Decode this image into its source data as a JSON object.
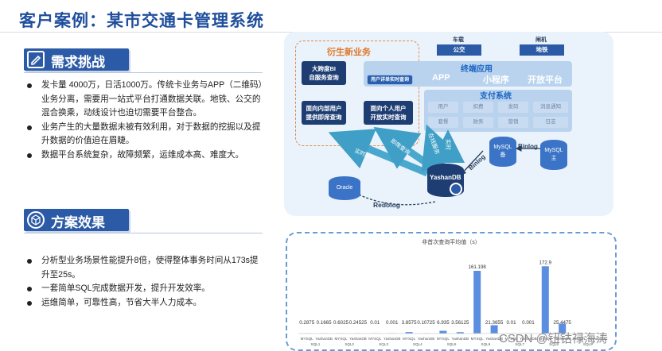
{
  "page": {
    "title": "客户案例：某市交通卡管理系统",
    "watermark": "CSDN @钮钴禄海涛"
  },
  "section1": {
    "heading": "需求挑战",
    "icon": "edit-doc-icon",
    "bullets": [
      "发卡量 4000万，日活1000万。传统卡业务与APP（二维码）业务分离，需要用一站式平台打通数据关联。地铁、公交的混合换乘，动线设计也迫切需要平台整合。",
      "业务产生的大量数据未被有效利用，对于数据的挖掘以及提升数据的价值迫在眉睫。",
      "数据平台系统复杂，故障频繁，运维成本高、难度大。"
    ]
  },
  "section2": {
    "heading": "方案效果",
    "icon": "cube-icon",
    "bullets": [
      "分析型业务场景性能提升8倍，使得整体事务时间从173s提升至25s。",
      "一套简单SQL完成数据开发，提升开发效率。",
      "运维简单，可靠性高，节省大半人力成本。"
    ]
  },
  "diagram": {
    "derived_title": "衍生新业务",
    "derived_items": [
      "大跨度BI\n自服务查询",
      "面向内部用户\n提供即席查询",
      "面向个人用户\n开放实时查询"
    ],
    "top_nodes": [
      {
        "top": "车载",
        "bottom": "公交"
      },
      {
        "top": "闸机",
        "bottom": "地铁"
      }
    ],
    "terminal_title": "终端应用",
    "terminal_chip": "用户详单实时查询",
    "terminal_apps": [
      "APP",
      "小程序",
      "开放平台"
    ],
    "payment_title": "支付系统",
    "payment_pills": [
      "用户",
      "扣费",
      "发码",
      "消息通知",
      "套餐",
      "财务",
      "营销",
      "日志"
    ],
    "db_nodes": {
      "mysql_standby": "MySQL\n备",
      "mysql_primary": "MySQL\n主",
      "yashan": "YashanDB",
      "oracle": "Oracle"
    },
    "flow_labels": {
      "binlog1": "Binlog",
      "binlog2": "Binlog",
      "redolog": "Redolog",
      "arrow1": "实时分析",
      "arrow2": "即席查询",
      "arrow3": "在线服务",
      "arrow4": "实时"
    }
  },
  "chart_data": {
    "type": "bar",
    "title": "非首次查询平均值（s）",
    "groups": [
      "SQL1",
      "SQL2",
      "SQL3",
      "SQL4",
      "SQL5",
      "SQL6",
      "SQL7",
      "SQL8",
      "SQL9"
    ],
    "categories": [
      "MYSQL",
      "YashanDB",
      "MYSQL",
      "YashanDB",
      "MYSQL",
      "YashanDB",
      "MYSQL",
      "YashanDB",
      "MYSQL",
      "YashanDB",
      "MYSQL",
      "YashanDB",
      "MYSQL",
      "YashanDB",
      "MYSQL",
      "YashanDB",
      "MYSQL",
      "YashanDB"
    ],
    "values": [
      0.2875,
      0.1665,
      0.6025,
      0.24525,
      0.01,
      0.001,
      3.8575,
      0.10725,
      6.935,
      3.56125,
      161.198,
      21.3655,
      0.01,
      0.001,
      172.9,
      25.4475
    ],
    "data_labels": [
      "0.2875",
      "0.1665",
      "0.6025",
      "0.24525",
      "0.01",
      "0.001",
      "3.8575",
      "0.10725",
      "6.935",
      "3.56125",
      "161.198",
      "21.3655",
      "0.01",
      "0.001",
      "172.9",
      "25.4475"
    ],
    "ylim": [
      0,
      200
    ],
    "bar_color": "#5b8ee0",
    "grid": false
  }
}
